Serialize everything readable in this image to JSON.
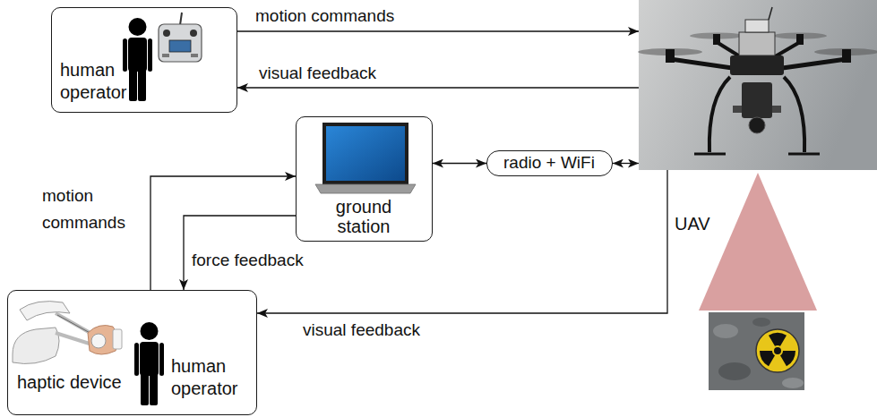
{
  "diagram": {
    "nodes": [
      {
        "text": [
          "human operator"
        ]
      },
      {
        "text": [
          "UAV"
        ]
      },
      {
        "text": [
          "ground station"
        ]
      },
      {
        "text": [
          "radio + WiFi"
        ]
      },
      {
        "text": [
          "haptic device",
          "human operator"
        ]
      }
    ],
    "edges": [
      {
        "from": 0,
        "to": 1,
        "arrow": "to",
        "label": "motion commands"
      },
      {
        "from": 1,
        "to": 0,
        "arrow": "to",
        "label": "visual feedback"
      },
      {
        "from": 2,
        "to": 3,
        "arrow": "both"
      },
      {
        "from": 3,
        "to": 1,
        "arrow": "both"
      },
      {
        "from": 4,
        "to": 2,
        "arrow": "to",
        "label": "motion commands"
      },
      {
        "from": 2,
        "to": 4,
        "arrow": "to",
        "label": "force feedback"
      },
      {
        "from": 1,
        "to": 4,
        "arrow": "to",
        "label": "visual feedback"
      }
    ]
  }
}
